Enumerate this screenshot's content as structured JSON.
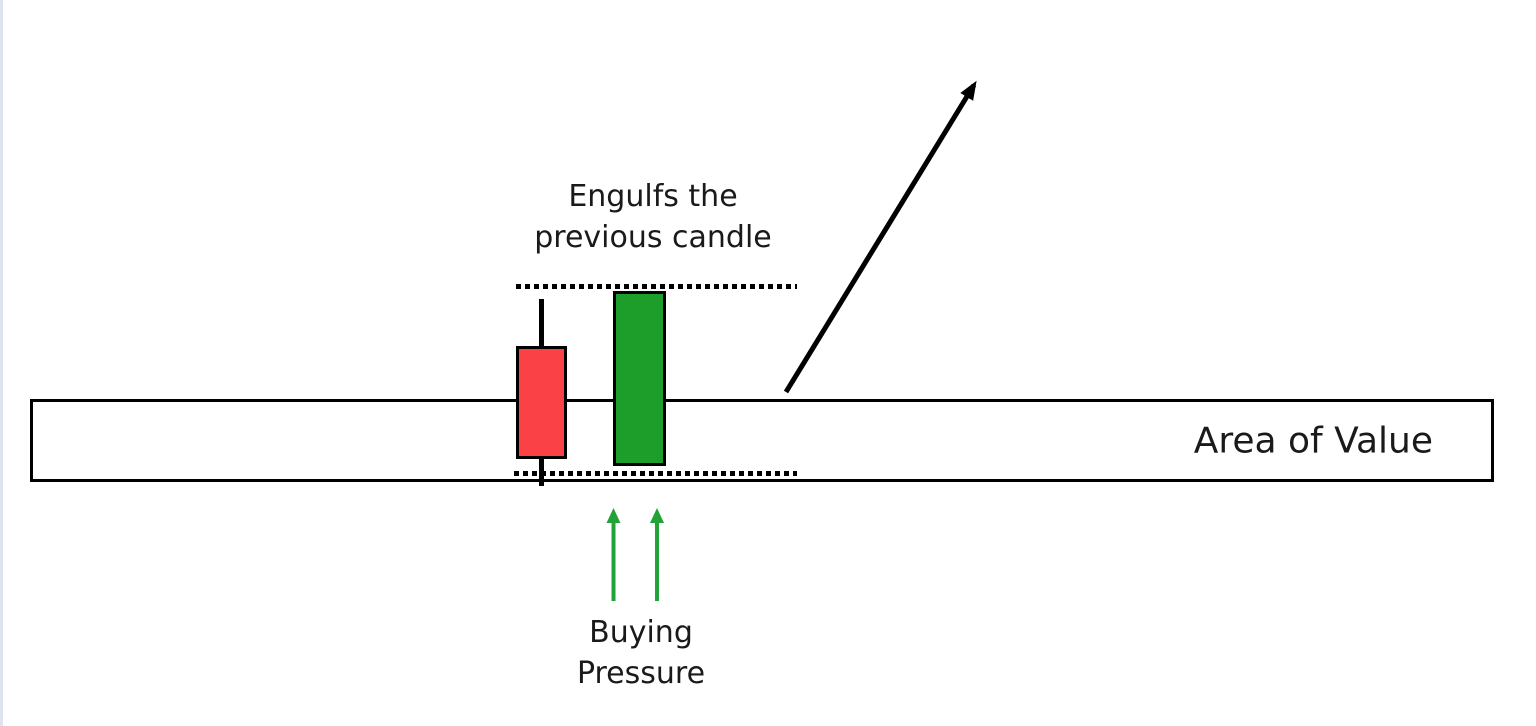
{
  "figure": {
    "kind": "candlestick-pattern-diagram",
    "elements": [
      "bearish-candle",
      "bullish-engulfing-candle",
      "area-of-value-zone",
      "engulf-range-dotted-lines",
      "breakout-arrow",
      "buying-pressure-arrows"
    ],
    "candles": [
      {
        "name": "previous-candle",
        "direction": "bearish",
        "color": "red"
      },
      {
        "name": "engulfing-candle",
        "direction": "bullish",
        "color": "green"
      }
    ]
  },
  "annotation_engulfs": {
    "line1": "Engulfs the",
    "line2": "previous candle"
  },
  "area_of_value": {
    "label": "Area of Value"
  },
  "buying_pressure": {
    "line1": "Buying",
    "line2": "Pressure"
  },
  "colors": {
    "background": "#FFFFFF",
    "page_edge": "#DEE3F0",
    "line": "#000000",
    "text": "#1A1A1A",
    "bearish_candle": "#FA4146",
    "bullish_candle": "#1D9E2B",
    "buying_arrow": "#21A337"
  }
}
